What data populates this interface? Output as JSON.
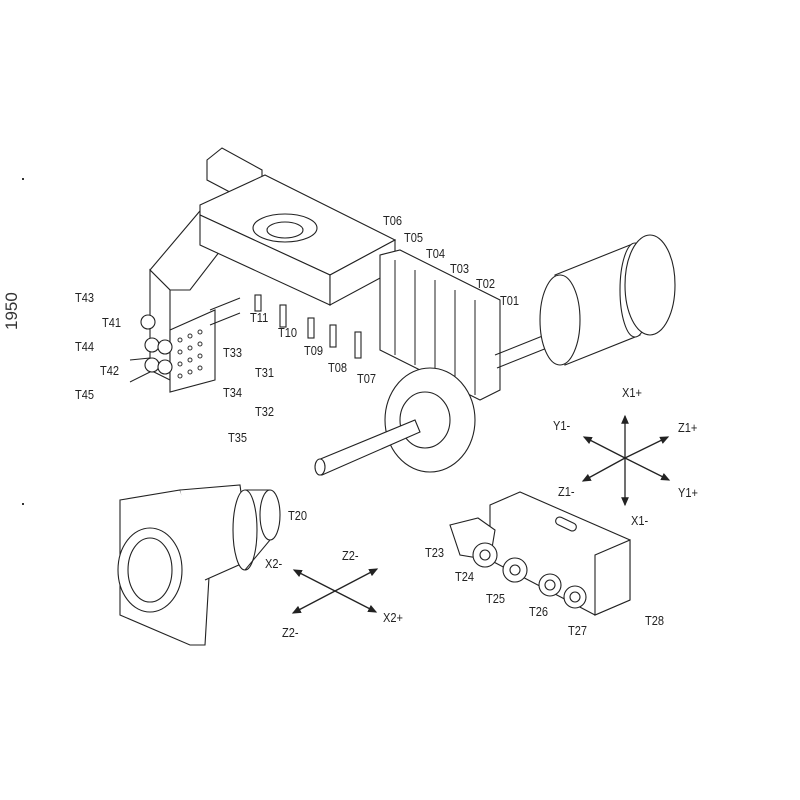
{
  "side_number": "1950",
  "upper_turret_labels": {
    "T01": "T01",
    "T02": "T02",
    "T03": "T03",
    "T04": "T04",
    "T05": "T05",
    "T06": "T06",
    "T07": "T07",
    "T08": "T08",
    "T09": "T09",
    "T10": "T10",
    "T11": "T11",
    "T31": "T31",
    "T32": "T32",
    "T33": "T33",
    "T34": "T34",
    "T35": "T35",
    "T41": "T41",
    "T42": "T42",
    "T43": "T43",
    "T44": "T44",
    "T45": "T45"
  },
  "axes_1": {
    "x_plus": "X1+",
    "x_minus": "X1-",
    "y_plus": "Y1+",
    "y_minus": "Y1-",
    "z_plus": "Z1+",
    "z_minus": "Z1-"
  },
  "axes_2": {
    "x_minus": "X2-",
    "x_plus": "X2+",
    "z_minus_top": "Z2-",
    "z_minus_bottom": "Z2-"
  },
  "spindle_label": "T20",
  "lower_turret_labels": {
    "T23": "T23",
    "T24": "T24",
    "T25": "T25",
    "T26": "T26",
    "T27": "T27",
    "T28": "T28"
  }
}
